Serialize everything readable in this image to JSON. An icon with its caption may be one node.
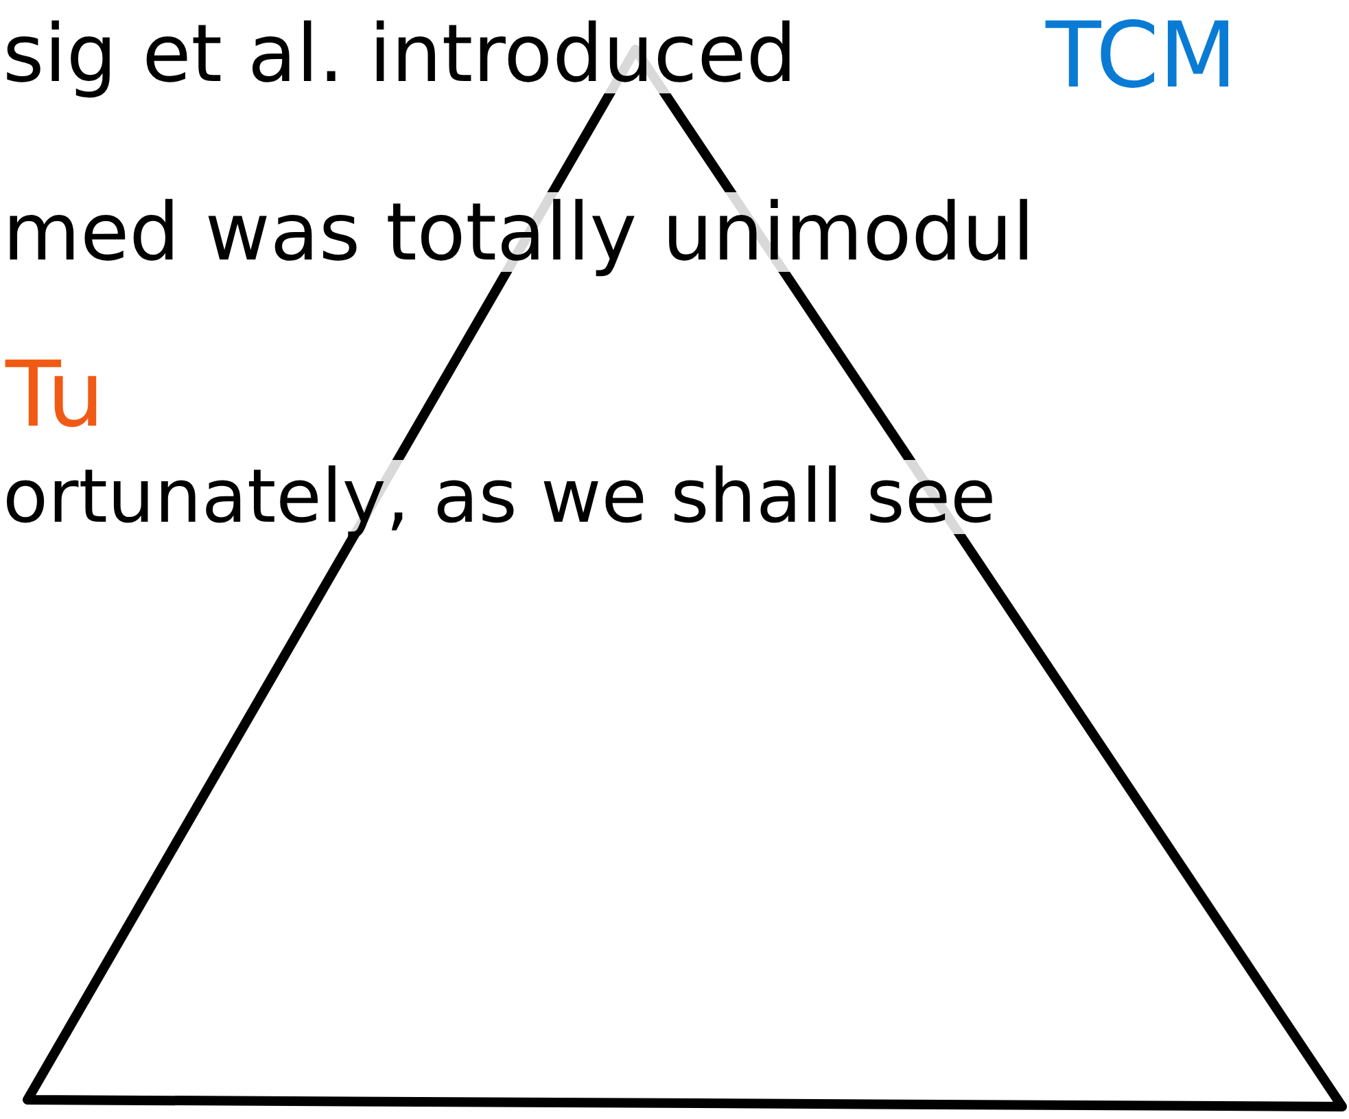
{
  "diagram": {
    "labels": [
      "sig et al. introduced",
      "TCM",
      "med was totally unimodul",
      "Tu",
      "ortunately, as we shall see"
    ]
  }
}
